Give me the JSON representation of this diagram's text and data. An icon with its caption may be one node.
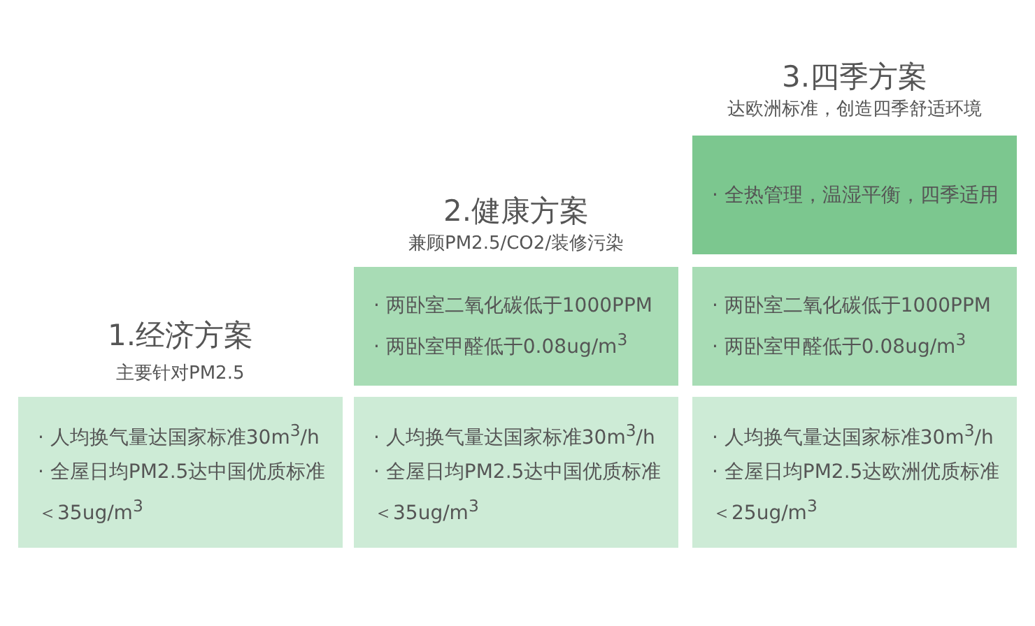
{
  "diagram": {
    "nodes": [
      {
        "text": [
          "· 全热管理，温湿平衡，四季适用"
        ]
      },
      {
        "text": [
          "· 两卧室二氧化碳低于1000PPM",
          "· 两卧室甲醛低于0.08ug/m$^{3}$"
        ]
      },
      {
        "text": [
          "· 两卧室二氧化碳低于1000PPM",
          "· 两卧室甲醛低于0.08ug/m$^{3}$"
        ]
      },
      {
        "text": [
          "· 人均换气量达国家标准30m$^{3}$/h",
          "· 全屋日均PM2.5达中国优质标准＜35ug/m$^{3}$"
        ]
      },
      {
        "text": [
          "· 人均换气量达国家标准30m$^{3}$/h",
          "· 全屋日均PM2.5达中国优质标准＜35ug/m$^{3}$"
        ]
      },
      {
        "text": [
          "· 人均换气量达国家标准30m$^{3}$/h",
          "· 全屋日均PM2.5达欧洲优质标准＜25ug/m$^{3}$"
        ]
      }
    ],
    "labels": [
      "3.四季方案",
      "达欧洲标准，创造四季舒适环境",
      "2.健康方案",
      "兼顾PM2.5/CO2/装修污染",
      "1.经济方案",
      "主要针对PM2.5"
    ]
  }
}
